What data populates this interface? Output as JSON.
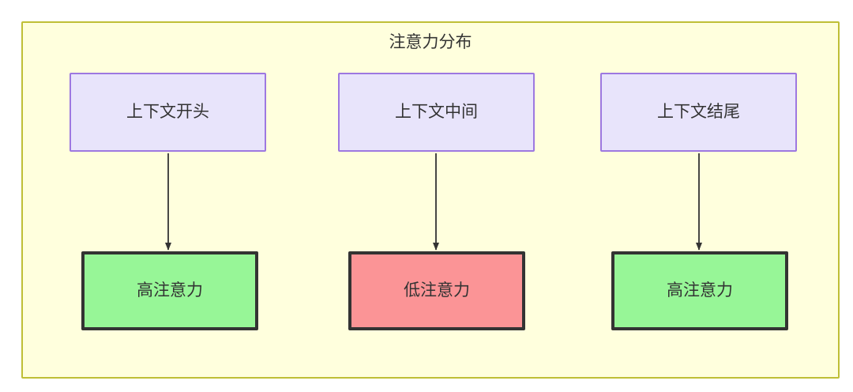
{
  "diagram": {
    "title": "注意力分布",
    "container": {
      "fill": "#ffffdd",
      "stroke": "#bfbf36"
    },
    "palette": {
      "context_fill": "#e8e4fb",
      "context_stroke": "#9d78e0",
      "high_attention_fill": "#97f697",
      "low_attention_fill": "#fb9496",
      "node_stroke": "#333333",
      "text": "#333333",
      "edge": "#333333"
    },
    "columns": [
      {
        "source_label": "上下文开头",
        "target_label": "高注意力",
        "target_level": "high"
      },
      {
        "source_label": "上下文中间",
        "target_label": "低注意力",
        "target_level": "low"
      },
      {
        "source_label": "上下文结尾",
        "target_label": "高注意力",
        "target_level": "high"
      }
    ],
    "edges": [
      {
        "from": "上下文开头",
        "to": "高注意力",
        "label": ""
      },
      {
        "from": "上下文中间",
        "to": "低注意力",
        "label": ""
      },
      {
        "from": "上下文结尾",
        "to": "高注意力",
        "label": ""
      }
    ]
  }
}
